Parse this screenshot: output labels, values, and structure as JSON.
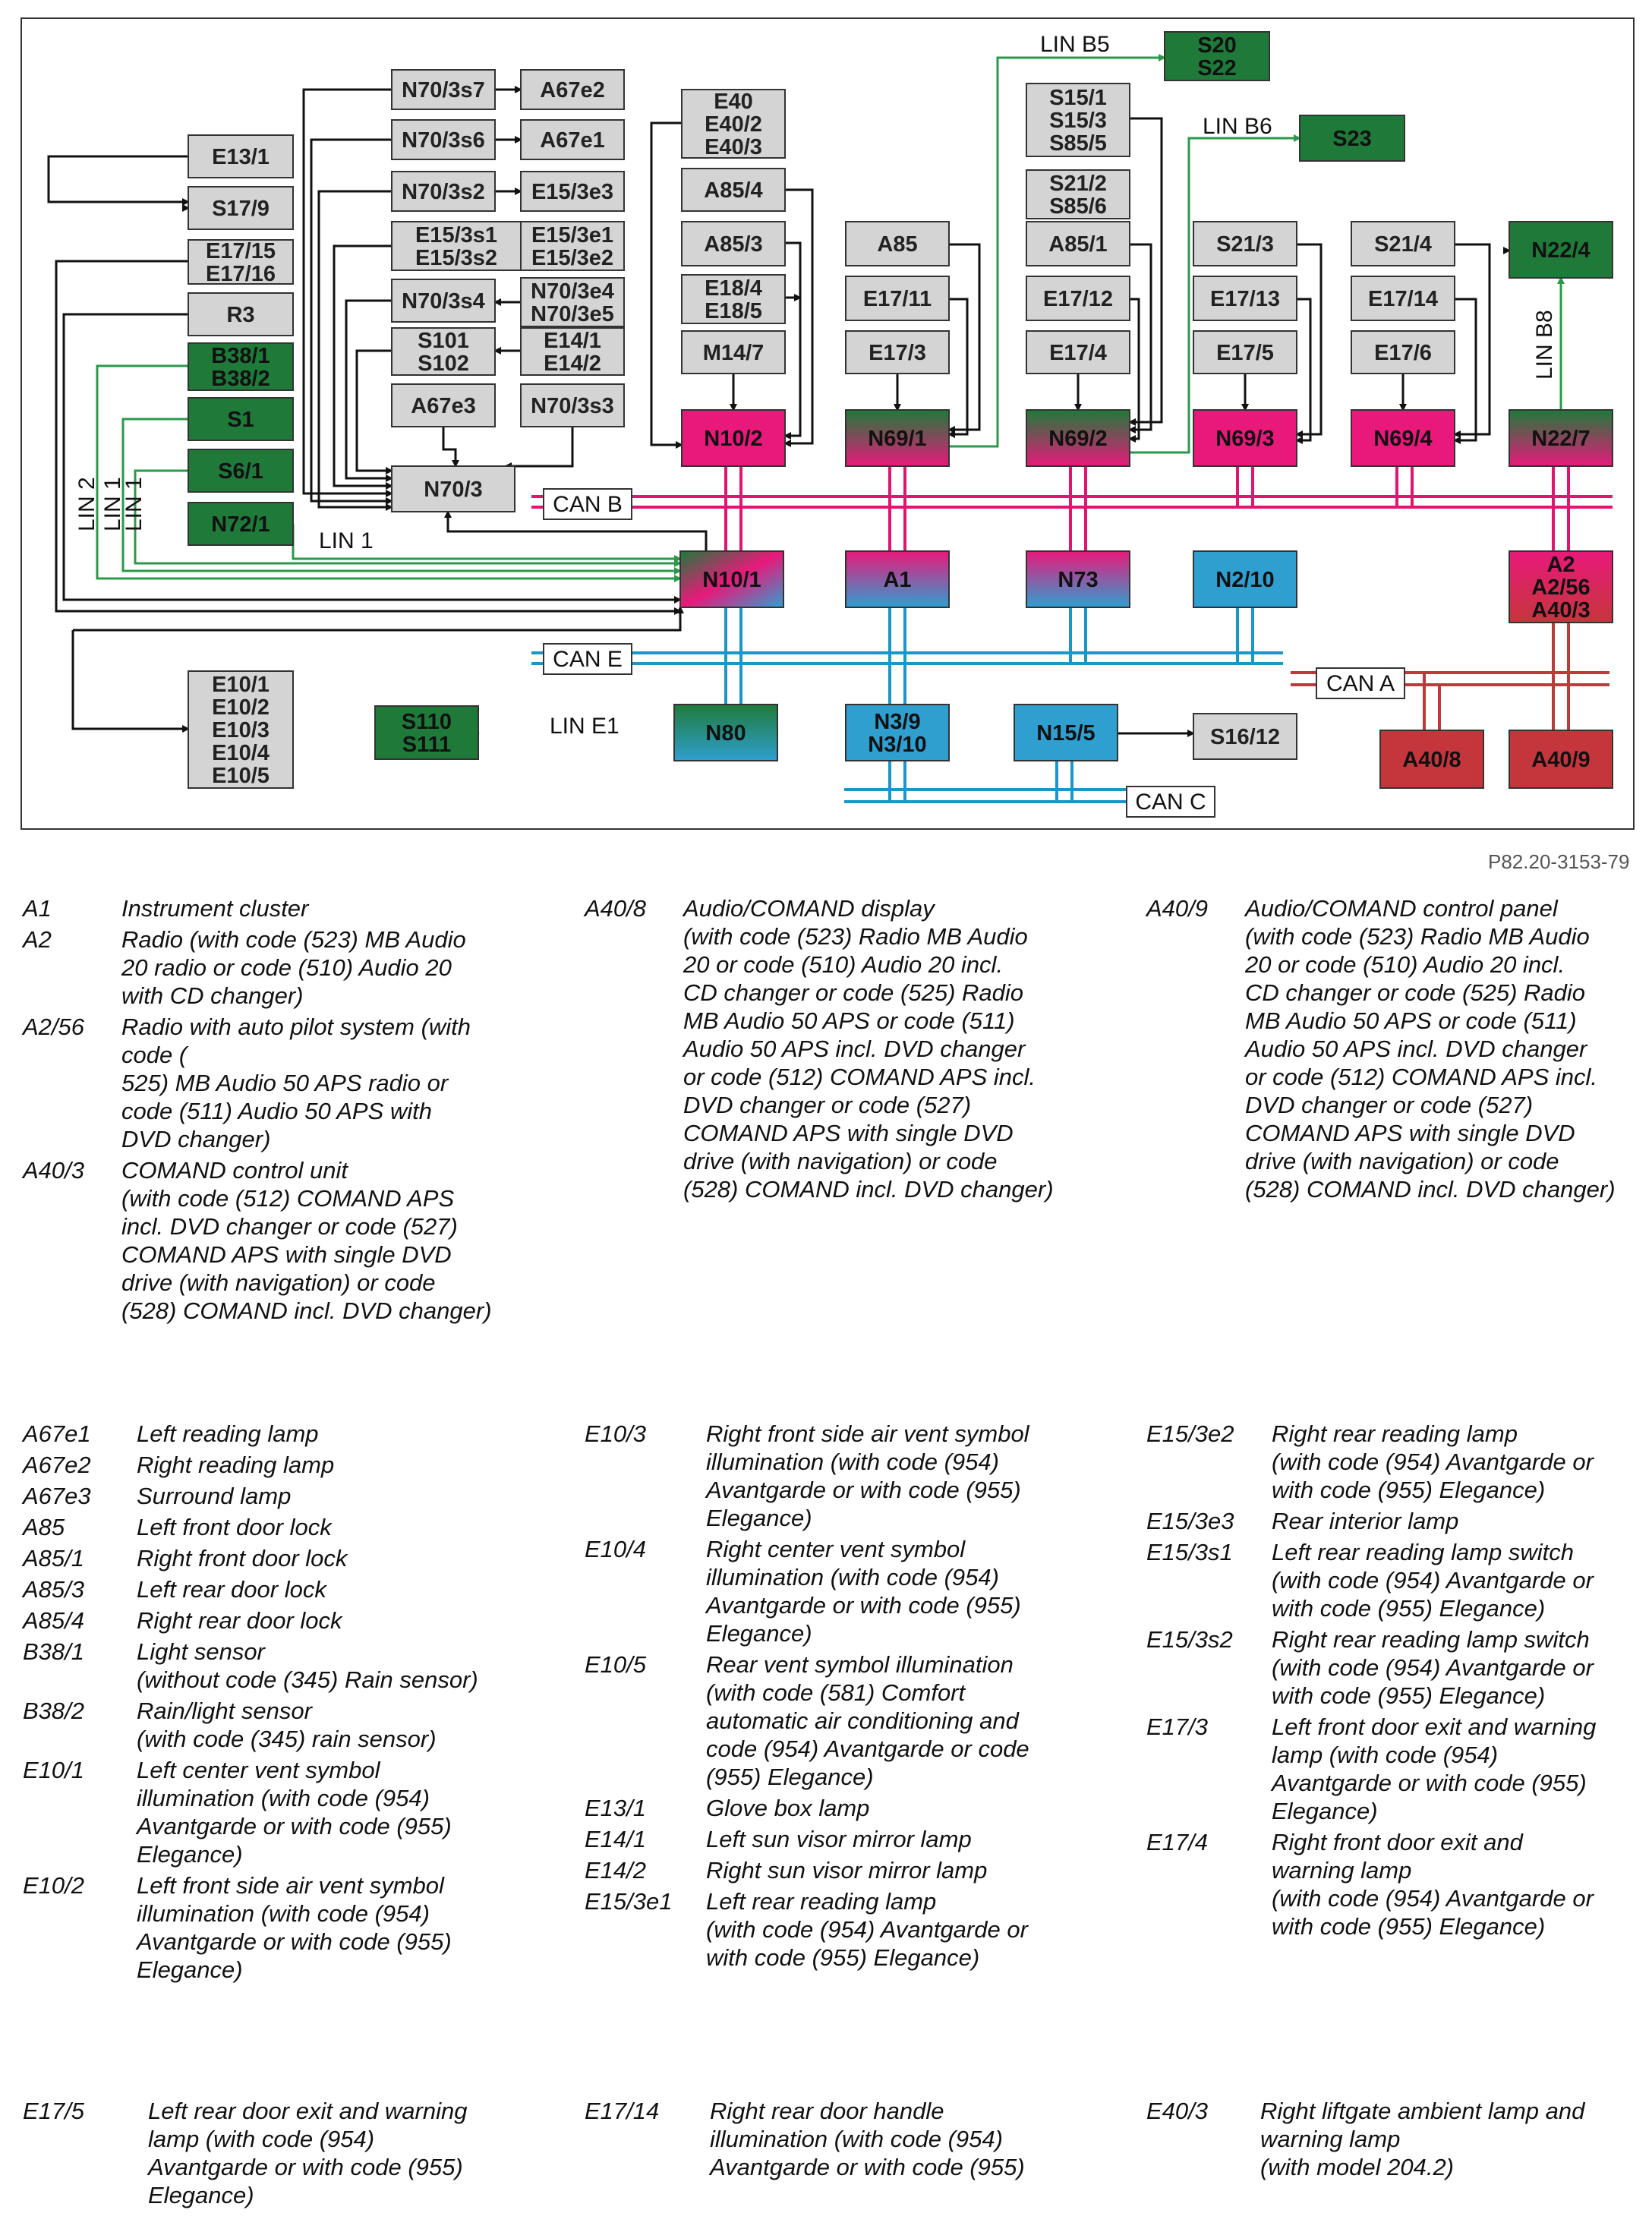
{
  "figure_code": "P82.20-3153-79",
  "diagram": {
    "boxes": [
      {
        "id": "E13/1",
        "fill": "light-gray"
      },
      {
        "id": "S17/9",
        "fill": "light-gray"
      },
      {
        "id": "E17/15\nE17/16",
        "fill": "light-gray"
      },
      {
        "id": "R3",
        "fill": "light-gray"
      },
      {
        "id": "B38/1\nB38/2",
        "fill": "green"
      },
      {
        "id": "S1",
        "fill": "green"
      },
      {
        "id": "S6/1",
        "fill": "green"
      },
      {
        "id": "N72/1",
        "fill": "green"
      },
      {
        "id": "N70/3s7",
        "fill": "light-gray"
      },
      {
        "id": "N70/3s6",
        "fill": "light-gray"
      },
      {
        "id": "N70/3s2",
        "fill": "light-gray"
      },
      {
        "id": "E15/3s1\nE15/3s2",
        "fill": "light-gray"
      },
      {
        "id": "N70/3s4",
        "fill": "light-gray"
      },
      {
        "id": "S101\nS102",
        "fill": "light-gray"
      },
      {
        "id": "A67e3",
        "fill": "light-gray"
      },
      {
        "id": "A67e2",
        "fill": "light-gray"
      },
      {
        "id": "A67e1",
        "fill": "light-gray"
      },
      {
        "id": "E15/3e3",
        "fill": "light-gray"
      },
      {
        "id": "E15/3e1\nE15/3e2",
        "fill": "light-gray"
      },
      {
        "id": "N70/3e4\nN70/3e5",
        "fill": "light-gray"
      },
      {
        "id": "E14/1\nE14/2",
        "fill": "light-gray"
      },
      {
        "id": "N70/3s3",
        "fill": "light-gray"
      },
      {
        "id": "N70/3",
        "fill": "light-gray"
      },
      {
        "id": "E40\nE40/2\nE40/3",
        "fill": "light-gray"
      },
      {
        "id": "A85/4",
        "fill": "light-gray"
      },
      {
        "id": "A85/3",
        "fill": "light-gray"
      },
      {
        "id": "E18/4\nE18/5",
        "fill": "light-gray"
      },
      {
        "id": "M14/7",
        "fill": "light-gray"
      },
      {
        "id": "N10/2",
        "fill": "magenta"
      },
      {
        "id": "A85",
        "fill": "light-gray"
      },
      {
        "id": "E17/11",
        "fill": "light-gray"
      },
      {
        "id": "E17/3",
        "fill": "light-gray"
      },
      {
        "id": "N69/1",
        "fill": "green-magenta"
      },
      {
        "id": "S15/1\nS15/3\nS85/5",
        "fill": "light-gray"
      },
      {
        "id": "S21/2\nS85/6",
        "fill": "light-gray"
      },
      {
        "id": "A85/1",
        "fill": "light-gray"
      },
      {
        "id": "E17/12",
        "fill": "light-gray"
      },
      {
        "id": "E17/4",
        "fill": "light-gray"
      },
      {
        "id": "N69/2",
        "fill": "green-magenta"
      },
      {
        "id": "S20\nS22",
        "fill": "green"
      },
      {
        "id": "S23",
        "fill": "green"
      },
      {
        "id": "S21/3",
        "fill": "light-gray"
      },
      {
        "id": "E17/13",
        "fill": "light-gray"
      },
      {
        "id": "E17/5",
        "fill": "light-gray"
      },
      {
        "id": "N69/3",
        "fill": "magenta"
      },
      {
        "id": "S21/4",
        "fill": "light-gray"
      },
      {
        "id": "E17/14",
        "fill": "light-gray"
      },
      {
        "id": "E17/6",
        "fill": "light-gray"
      },
      {
        "id": "N69/4",
        "fill": "magenta"
      },
      {
        "id": "N22/4",
        "fill": "green"
      },
      {
        "id": "N22/7",
        "fill": "green-magenta"
      },
      {
        "id": "N10/1",
        "fill": "green-magenta-blue"
      },
      {
        "id": "A1",
        "fill": "magenta-blue"
      },
      {
        "id": "N73",
        "fill": "magenta-blue"
      },
      {
        "id": "N2/10",
        "fill": "blue"
      },
      {
        "id": "A2\nA2/56\nA40/3",
        "fill": "magenta-red"
      },
      {
        "id": "E10/1\nE10/2\nE10/3\nE10/4\nE10/5",
        "fill": "light-gray"
      },
      {
        "id": "S110\nS111",
        "fill": "green"
      },
      {
        "id": "N80",
        "fill": "green-blue"
      },
      {
        "id": "N3/9\nN3/10",
        "fill": "blue"
      },
      {
        "id": "N15/5",
        "fill": "blue"
      },
      {
        "id": "S16/12",
        "fill": "light-gray"
      },
      {
        "id": "A40/8",
        "fill": "red"
      },
      {
        "id": "A40/9",
        "fill": "red"
      }
    ],
    "bus_labels": [
      "CAN B",
      "CAN E",
      "CAN A",
      "CAN C"
    ],
    "lin_labels": [
      "LIN B5",
      "LIN B6",
      "LIN B8",
      "LIN 1",
      "LIN 2",
      "LIN 1",
      "LIN 1",
      "LIN E1"
    ],
    "colors": {
      "can_b": "#e0156f",
      "can_e": "#1a96c8",
      "can_a": "#c0393a",
      "can_c": "#1a96c8",
      "lin": "#2a9a4a",
      "wire": "#111111",
      "box_gray": "#d4d4d4",
      "box_green": "#1f7a3a",
      "box_magenta": "#e8197a",
      "box_blue": "#2f9fd0",
      "box_red": "#c5363c"
    }
  },
  "legend_blocks": [
    {
      "columns": [
        [
          {
            "key": "A1",
            "text": "Instrument cluster"
          },
          {
            "key": "A2",
            "text": "Radio (with code (523) MB Audio\n20 radio or code (510) Audio 20\nwith CD changer)"
          },
          {
            "key": "A2/56",
            "text": "Radio with auto pilot system (with\ncode (\n525) MB Audio 50 APS radio or\ncode (511) Audio 50 APS with\nDVD changer)"
          },
          {
            "key": "A40/3",
            "text": "COMAND control unit\n(with code (512) COMAND APS\nincl. DVD changer or code (527)\nCOMAND APS with single DVD\ndrive (with navigation) or code\n(528) COMAND incl. DVD changer)"
          }
        ],
        [
          {
            "key": "A40/8",
            "text": "Audio/COMAND display\n(with code (523) Radio MB Audio\n20 or code (510) Audio 20 incl.\nCD changer or code (525) Radio\nMB Audio 50 APS or code (511)\nAudio 50 APS incl. DVD changer\nor code (512) COMAND APS incl.\nDVD changer or code (527)\nCOMAND APS with single DVD\ndrive (with navigation) or code\n(528) COMAND incl. DVD changer)"
          }
        ],
        [
          {
            "key": "A40/9",
            "text": "Audio/COMAND control panel\n(with code (523) Radio MB Audio\n20 or code (510) Audio 20 incl.\nCD changer or code (525) Radio\nMB Audio 50 APS or code (511)\nAudio 50 APS incl. DVD changer\nor code (512) COMAND APS incl.\nDVD changer or code (527)\nCOMAND APS with single DVD\ndrive (with navigation) or code\n(528) COMAND incl. DVD changer)"
          }
        ]
      ]
    },
    {
      "columns": [
        [
          {
            "key": "A67e1",
            "text": "Left reading lamp"
          },
          {
            "key": "A67e2",
            "text": "Right reading lamp"
          },
          {
            "key": "A67e3",
            "text": "Surround lamp"
          },
          {
            "key": "A85",
            "text": "Left front door lock"
          },
          {
            "key": "A85/1",
            "text": "Right front door lock"
          },
          {
            "key": "A85/3",
            "text": "Left rear door lock"
          },
          {
            "key": "A85/4",
            "text": "Right rear door lock"
          },
          {
            "key": "B38/1",
            "text": "Light sensor\n(without code (345) Rain sensor)"
          },
          {
            "key": "B38/2",
            "text": "Rain/light sensor\n(with code (345) rain sensor)"
          },
          {
            "key": "E10/1",
            "text": "Left center vent symbol\nillumination (with code (954)\nAvantgarde or with code (955)\nElegance)"
          },
          {
            "key": "E10/2",
            "text": "Left front side air vent symbol\nillumination (with code (954)\nAvantgarde or with code (955)\nElegance)"
          }
        ],
        [
          {
            "key": "E10/3",
            "text": "Right front side air vent symbol\nillumination (with code (954)\nAvantgarde or with code (955)\nElegance)"
          },
          {
            "key": "E10/4",
            "text": "Right center vent symbol\nillumination (with code (954)\nAvantgarde or with code (955)\nElegance)"
          },
          {
            "key": "E10/5",
            "text": "Rear vent symbol illumination\n(with code (581) Comfort\nautomatic air conditioning and\ncode (954) Avantgarde or code\n(955) Elegance)"
          },
          {
            "key": "E13/1",
            "text": "Glove box lamp"
          },
          {
            "key": "E14/1",
            "text": "Left sun visor mirror lamp"
          },
          {
            "key": "E14/2",
            "text": "Right sun visor mirror lamp"
          },
          {
            "key": "E15/3e1",
            "text": "Left rear reading lamp\n(with code (954) Avantgarde or\nwith code (955) Elegance)"
          }
        ],
        [
          {
            "key": "E15/3e2",
            "text": "Right rear reading lamp\n(with code (954) Avantgarde or\nwith code (955) Elegance)"
          },
          {
            "key": "E15/3e3",
            "text": "Rear interior lamp"
          },
          {
            "key": "E15/3s1",
            "text": "Left rear reading lamp switch\n(with code (954) Avantgarde or\nwith code (955) Elegance)"
          },
          {
            "key": "E15/3s2",
            "text": "Right rear reading lamp switch\n(with code (954) Avantgarde or\nwith code (955) Elegance)"
          },
          {
            "key": "E17/3",
            "text": "Left front door exit and warning\nlamp (with code (954)\nAvantgarde or with code (955)\nElegance)"
          },
          {
            "key": "E17/4",
            "text": "Right front door exit and\nwarning lamp\n(with code (954) Avantgarde or\nwith code (955) Elegance)"
          }
        ]
      ]
    },
    {
      "columns": [
        [
          {
            "key": "E17/5",
            "text": "Left rear door exit and warning\nlamp (with code (954)\nAvantgarde or with code (955)\nElegance)"
          }
        ],
        [
          {
            "key": "E17/14",
            "text": "Right rear door handle\nillumination (with code (954)\nAvantgarde or with code (955)"
          }
        ],
        [
          {
            "key": "E40/3",
            "text": "Right liftgate ambient lamp and\nwarning lamp\n(with model 204.2)"
          }
        ]
      ]
    }
  ]
}
